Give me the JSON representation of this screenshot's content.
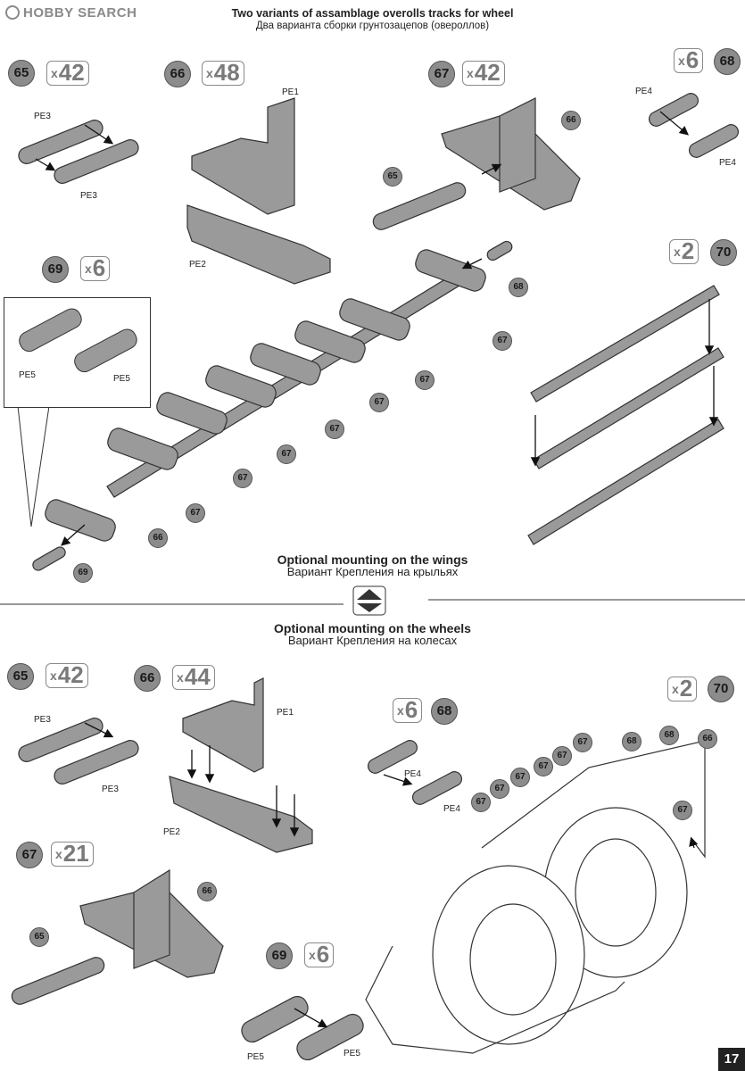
{
  "brand": {
    "logo_text": "HOBBY SEARCH"
  },
  "page_number": "17",
  "top_heading": {
    "en": "Two variants of assamblage overolls tracks for wheel",
    "ru": "Два варианта сборки грунтозацепов (овероллов)"
  },
  "wings_heading": {
    "en": "Optional mounting on the wings",
    "ru": "Вариант  Крепления на крыльях"
  },
  "wheels_heading": {
    "en": "Optional mounting on the wheels",
    "ru": "Вариант  Крепления на колесах"
  },
  "top_steps": [
    {
      "part": "65",
      "qty": "42"
    },
    {
      "part": "66",
      "qty": "48"
    },
    {
      "part": "67",
      "qty": "42"
    },
    {
      "part": "68",
      "qty": "6"
    },
    {
      "part": "69",
      "qty": "6"
    },
    {
      "part": "70",
      "qty": "2"
    }
  ],
  "bottom_steps": [
    {
      "part": "65",
      "qty": "42"
    },
    {
      "part": "66",
      "qty": "44"
    },
    {
      "part": "68",
      "qty": "6"
    },
    {
      "part": "67",
      "qty": "21"
    },
    {
      "part": "69",
      "qty": "6"
    },
    {
      "part": "70",
      "qty": "2"
    }
  ],
  "qty_prefix": "x",
  "photo_etch": {
    "pe1": "PE1",
    "pe2": "PE2",
    "pe3": "PE3",
    "pe4": "PE4",
    "pe5": "PE5"
  },
  "callout_parts": {
    "p65": "65",
    "p66": "66",
    "p67": "67",
    "p68": "68",
    "p69": "69"
  },
  "colors": {
    "part_fill": "#9a9a9a",
    "badge_fill": "#8c8c8c",
    "line": "#333333"
  }
}
